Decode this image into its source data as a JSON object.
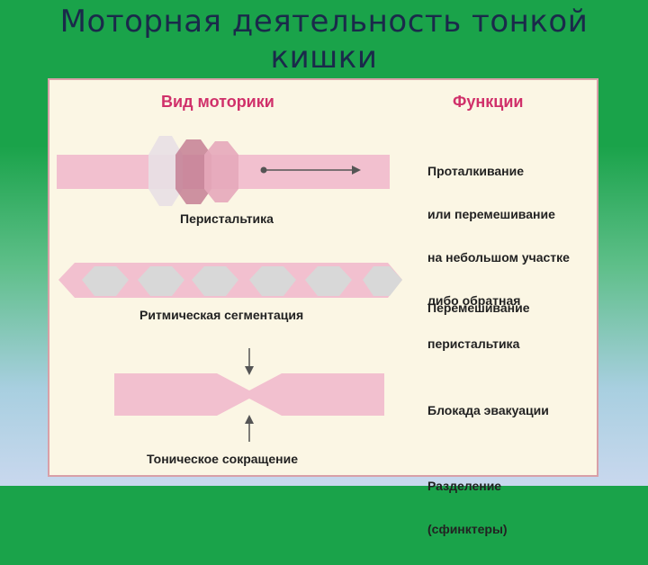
{
  "slide": {
    "title_line1": "Моторная деятельность тонкой",
    "title_line2": "кишки"
  },
  "table": {
    "header_left": "Вид моторики",
    "header_right": "Функции"
  },
  "rows": [
    {
      "type_label": "Перистальтика",
      "functions": [
        "Проталкивание",
        "или перемешивание",
        "на небольшом участке",
        "либо обратная",
        "перистальтика"
      ]
    },
    {
      "type_label": "Ритмическая сегментация",
      "functions": [
        "Перемешивание"
      ]
    },
    {
      "type_label": "Тоническое сокращение",
      "functions": [
        "Блокада эвакуации",
        "Разделение",
        "(сфинктеры)"
      ]
    }
  ],
  "colors": {
    "background_green": "#1aa34a",
    "panel_bg": "#fbf6e4",
    "header_pink": "#d0306a",
    "tube_pink": "#f2c0cf",
    "tube_dark": "#c47f94",
    "segment_gray": "#d8d8d8"
  }
}
